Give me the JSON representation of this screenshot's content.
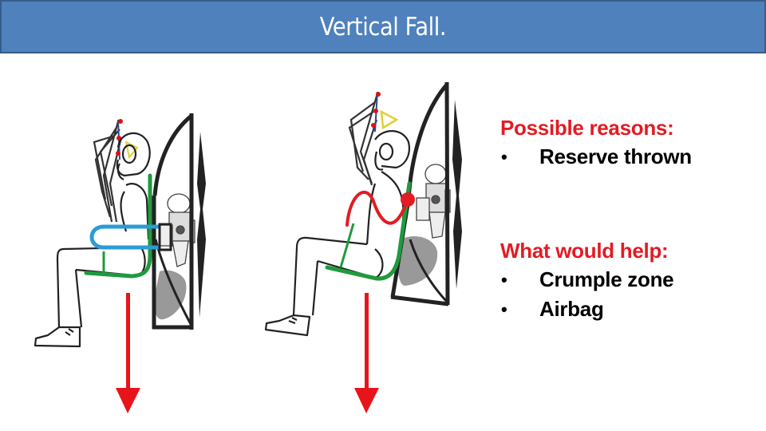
{
  "slide": {
    "title": "Vertical Fall.",
    "colors": {
      "title_bg": "#4f81bd",
      "title_border": "#385d8a",
      "heading": "#e31b23",
      "arrow": "#e8141c",
      "harness_green": "#1f9a3e",
      "bar_blue": "#2b9bd6",
      "riser_red": "#e31b23"
    }
  },
  "illustrations": [
    {
      "name": "paramotor-pilot-with-side-bar",
      "highlight": "blue-bar",
      "arrow": "down"
    },
    {
      "name": "paramotor-pilot-reserve-thrown",
      "highlight": "red-riser-and-attachment",
      "arrow": "down"
    }
  ],
  "sections": {
    "reasons": {
      "heading": "Possible reasons:",
      "items": [
        "Reserve thrown"
      ]
    },
    "help": {
      "heading": "What would help:",
      "items": [
        "Crumple zone",
        "Airbag"
      ]
    }
  },
  "bullet_glyph": "•"
}
